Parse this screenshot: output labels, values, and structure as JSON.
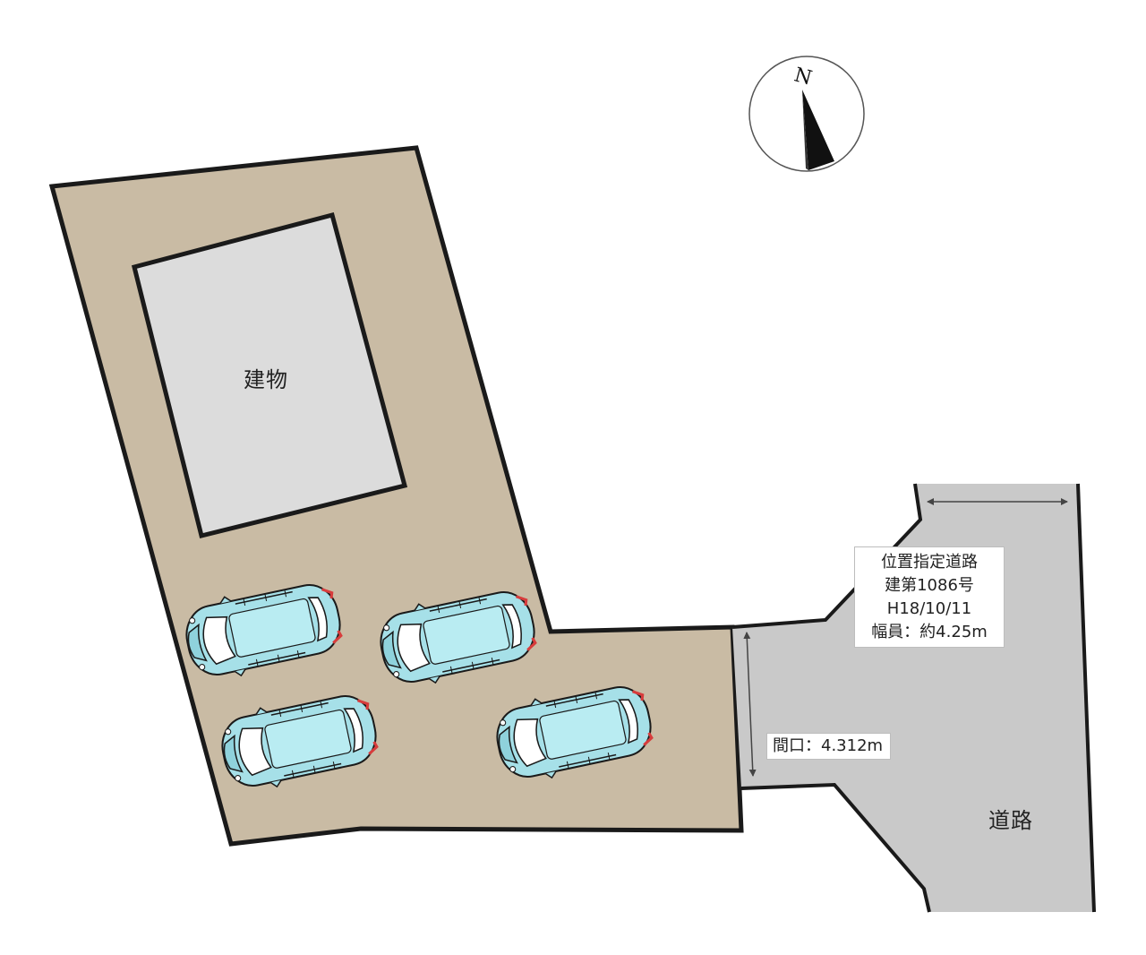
{
  "building": {
    "label": "建物"
  },
  "road": {
    "label": "道路",
    "info_lines": [
      "位置指定道路",
      "建第1086号",
      "H18/10/11",
      "幅員：約4.25m"
    ]
  },
  "frontage": {
    "label": "間口：4.312m"
  },
  "compass": {
    "letter": "N"
  },
  "parking": {
    "car_count": 4
  },
  "colors": {
    "lot": "#c9bba4",
    "building": "#dcdcdc",
    "road": "#c9c9c9",
    "car_body": "#a6e0e8",
    "outline": "#000000"
  },
  "icons": [
    "compass-icon",
    "car-icon"
  ]
}
